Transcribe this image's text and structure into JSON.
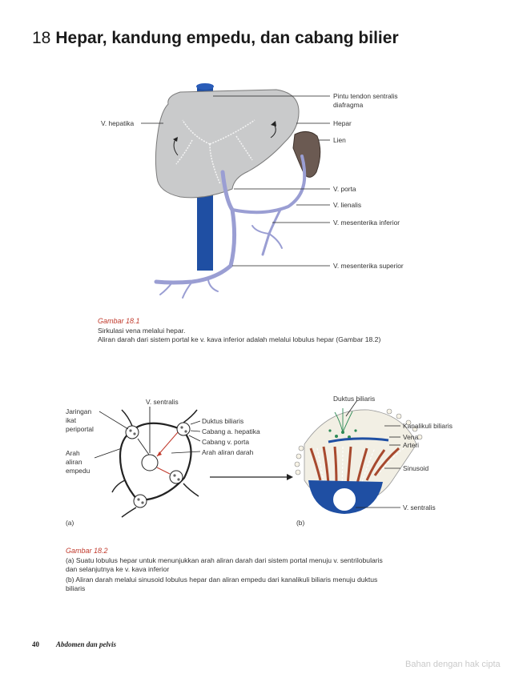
{
  "title": {
    "number": "18",
    "text": "Hepar, kandung empedu, dan cabang bilier"
  },
  "figure1": {
    "labels": {
      "pintu1": "Pintu tendon sentralis",
      "pintu2": "diafragma",
      "hepatika": "V. hepatika",
      "hepar": "Hepar",
      "lien": "Lien",
      "porta": "V. porta",
      "lienalis": "V. lienalis",
      "mes_inf": "V. mesenterika inferior",
      "mes_sup": "V. mesenterika superior"
    },
    "caption": {
      "title": "Gambar 18.1",
      "line1": "Sirkulasi vena melalui hepar.",
      "line2": "Aliran darah dari sistem portal ke v. kava inferior adalah melalui lobulus hepar (Gambar 18.2)"
    }
  },
  "figure2": {
    "labels": {
      "jaringan1": "Jaringan",
      "jaringan2": "ikat",
      "jaringan3": "periportal",
      "sentralis_a": "V. sentralis",
      "duktus": "Duktus biliaris",
      "cab_hep": "Cabang a. hepatika",
      "cab_porta": "Cabang v. porta",
      "arah_darah": "Arah aliran darah",
      "arah1": "Arah",
      "arah2": "aliran",
      "arah3": "empedu",
      "a_mark": "(a)",
      "b_mark": "(b)",
      "duktus_b": "Duktus biliaris",
      "kanalikuli": "Kanalikuli biliaris",
      "vena": "Vena",
      "arteri": "Arteri",
      "sinusoid": "Sinusoid",
      "sentralis_b": "V. sentralis"
    },
    "caption": {
      "title": "Gambar 18.2",
      "line1": "(a) Suatu lobulus hepar untuk menunjukkan arah aliran darah dari sistem portal menuju v. sentrilobularis",
      "line2": "dan selanjutnya ke v. kava inferior",
      "line3": "(b) Aliran darah melalui sinusoid lobulus hepar dan aliran empedu dari kanalikuli biliaris menuju duktus",
      "line4": "biliaris"
    }
  },
  "footer": {
    "page": "40",
    "section": "Abdomen dan pelvis"
  },
  "watermark": "Bahan dengan hak cipta",
  "colors": {
    "vein_dark": "#1f4fa3",
    "vein_light": "#9a9ed3",
    "liver": "#c9cacb",
    "spleen": "#6b5a52",
    "artery": "#a7492e",
    "caption_title": "#c0392b"
  }
}
